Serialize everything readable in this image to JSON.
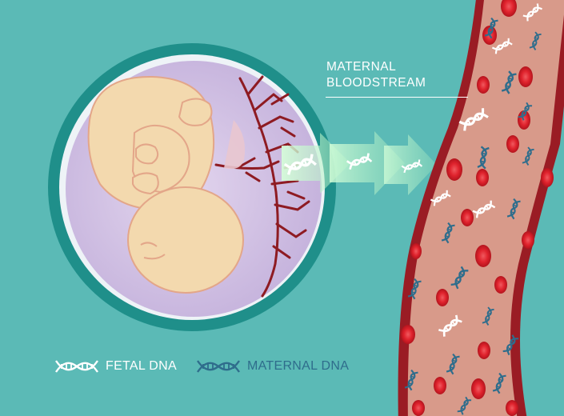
{
  "title": {
    "line1": "MATERNAL",
    "line2": "BLOODSTREAM"
  },
  "legend": {
    "fetal": "FETAL DNA",
    "maternal": "MATERNAL DNA"
  },
  "colors": {
    "background": "#5bbab6",
    "uterus_wall": "#1f8f8a",
    "amniotic_sac": "#c9b8de",
    "fetus_skin": "#f3d9ae",
    "vessel_wall": "#9a1c24",
    "vessel_interior": "#d89a8a",
    "red_cell": "#e0232d",
    "fetal_dna": "#ffffff",
    "maternal_dna": "#2f6d8c",
    "arrow": "#b9f0c6"
  }
}
